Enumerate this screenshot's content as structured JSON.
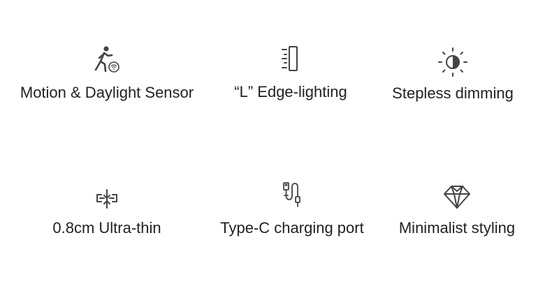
{
  "features": [
    {
      "label": "Motion & Daylight Sensor",
      "icon": "motion-sensor-icon"
    },
    {
      "label": "“L” Edge-lighting",
      "icon": "edge-lighting-icon"
    },
    {
      "label": "Stepless dimming",
      "icon": "brightness-icon"
    },
    {
      "label": "0.8cm Ultra-thin",
      "icon": "ultra-thin-icon"
    },
    {
      "label": "Type-C charging port",
      "icon": "usb-c-cable-icon"
    },
    {
      "label": "Minimalist styling",
      "icon": "diamond-icon"
    }
  ],
  "colors": {
    "text": "#222222",
    "icon": "#444444"
  }
}
